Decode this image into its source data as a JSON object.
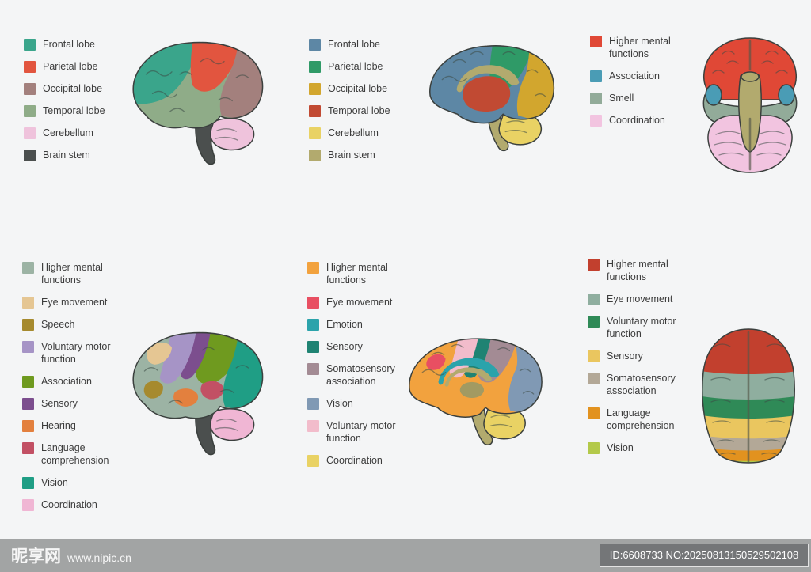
{
  "background": "#f4f5f6",
  "panels": [
    {
      "name": "brain-lobes-lateral-view",
      "legend": [
        {
          "label": "Frontal lobe",
          "color": "#3aa58b"
        },
        {
          "label": "Parietal lobe",
          "color": "#e2553f"
        },
        {
          "label": "Occipital lobe",
          "color": "#a3807d"
        },
        {
          "label": "Temporal lobe",
          "color": "#8fac88"
        },
        {
          "label": "Cerebellum",
          "color": "#efc3dc"
        },
        {
          "label": "Brain stem",
          "color": "#4b4f4e"
        }
      ]
    },
    {
      "name": "brain-lobes-sagittal-view",
      "legend": [
        {
          "label": "Frontal lobe",
          "color": "#5d87a5"
        },
        {
          "label": "Parietal lobe",
          "color": "#2f9a67"
        },
        {
          "label": "Occipital lobe",
          "color": "#d2a62e"
        },
        {
          "label": "Temporal lobe",
          "color": "#c14a33"
        },
        {
          "label": "Cerebellum",
          "color": "#e9d264"
        },
        {
          "label": "Brain stem",
          "color": "#b2aa6e"
        }
      ]
    },
    {
      "name": "brain-functions-inferior-view",
      "legend": [
        {
          "label": "Higher mental functions",
          "color": "#e04836"
        },
        {
          "label": "Association",
          "color": "#4a9cb5"
        },
        {
          "label": "Smell",
          "color": "#92ab99"
        },
        {
          "label": "Coordination",
          "color": "#f2c4e0"
        }
      ],
      "extras": {
        "brainstem": "#b2aa6e"
      }
    },
    {
      "name": "brain-functions-lateral-view",
      "legend": [
        {
          "label": "Higher mental functions",
          "color": "#9cb3a4"
        },
        {
          "label": "Eye movement",
          "color": "#e5c693"
        },
        {
          "label": "Speech",
          "color": "#a68a2e"
        },
        {
          "label": "Voluntary motor function",
          "color": "#a694c6"
        },
        {
          "label": "Association",
          "color": "#6f9a1f"
        },
        {
          "label": "Sensory",
          "color": "#7c4e8e"
        },
        {
          "label": "Hearing",
          "color": "#e3803e"
        },
        {
          "label": "Language comprehension",
          "color": "#c25064"
        },
        {
          "label": "Vision",
          "color": "#1f9e85"
        },
        {
          "label": "Coordination",
          "color": "#f0b6d4"
        }
      ],
      "extras": {
        "brainstem": "#4b4f4e"
      }
    },
    {
      "name": "brain-functions-sagittal-view",
      "legend": [
        {
          "label": "Higher mental functions",
          "color": "#f2a23e"
        },
        {
          "label": "Eye movement",
          "color": "#e84f62"
        },
        {
          "label": "Emotion",
          "color": "#2ba3ab"
        },
        {
          "label": "Sensory",
          "color": "#1f8373"
        },
        {
          "label": "Somatosensory association",
          "color": "#a38b94"
        },
        {
          "label": "Vision",
          "color": "#8099b4"
        },
        {
          "label": "Voluntary motor function",
          "color": "#f2bccb"
        },
        {
          "label": "Coordination",
          "color": "#e9d264"
        }
      ],
      "extras": {
        "stem": "#b2aa6e",
        "thalamus": "#a29a62"
      }
    },
    {
      "name": "brain-functions-superior-view",
      "legend": [
        {
          "label": "Higher mental functions",
          "color": "#c2402e"
        },
        {
          "label": "Eye movement",
          "color": "#8fae9f"
        },
        {
          "label": "Voluntary motor function",
          "color": "#2f8a57"
        },
        {
          "label": "Sensory",
          "color": "#eac65f"
        },
        {
          "label": "Somatosensory association",
          "color": "#b3a897"
        },
        {
          "label": "Language comprehension",
          "color": "#e2921f"
        },
        {
          "label": "Vision",
          "color": "#b3c94a"
        }
      ]
    }
  ],
  "footer": {
    "watermark_brand": "昵享网",
    "watermark_url": "www.nipic.cn",
    "id_text": "ID:6608733 NO:20250813150529502108"
  }
}
